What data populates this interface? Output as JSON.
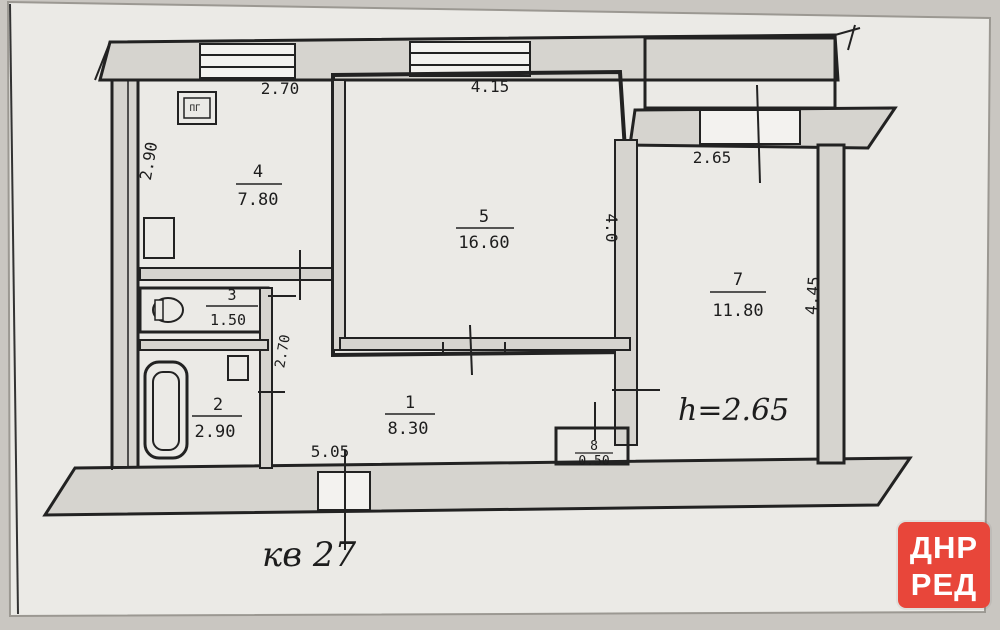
{
  "plan": {
    "rooms": [
      {
        "id": "1",
        "area": "8.30"
      },
      {
        "id": "2",
        "area": "2.90"
      },
      {
        "id": "3",
        "area": "1.50"
      },
      {
        "id": "4",
        "area": "7.80"
      },
      {
        "id": "5",
        "area": "16.60"
      },
      {
        "id": "7",
        "area": "11.80"
      },
      {
        "id": "8",
        "area": "0.50"
      }
    ],
    "dimensions": {
      "kitchen_width": "2.70",
      "kitchen_depth": "2.90",
      "living_width": "4.15",
      "living_depth": "4.0",
      "bedroom_width": "2.65",
      "bedroom_depth": "4.45",
      "hall_width": "5.05",
      "hall_depth": "2.70"
    },
    "ceiling_height": "h=2.65",
    "apartment_label": "кв 27",
    "fixture_label": "ПГ"
  },
  "watermark": {
    "line1": "ДНР",
    "line2": "РЕД",
    "color": "#e8463a"
  }
}
